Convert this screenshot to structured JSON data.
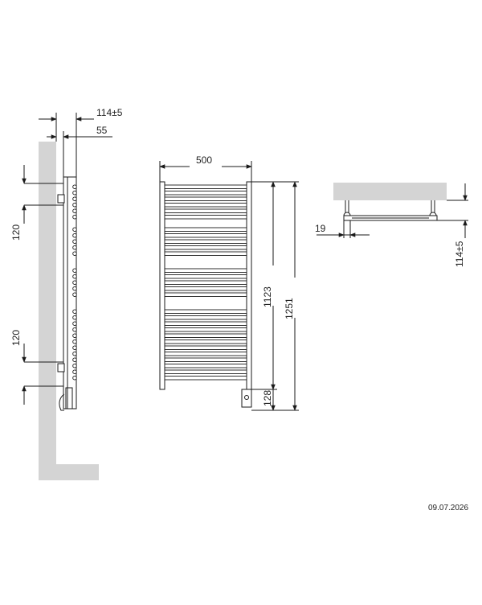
{
  "side_view": {
    "dim_top": "114±5",
    "dim_wall_gap": "55",
    "dim_upper_bracket": "120",
    "dim_lower_bracket": "120"
  },
  "front_view": {
    "dim_width": "500",
    "dim_bar_height": "1123",
    "dim_total_height": "1251",
    "dim_element": "128"
  },
  "top_view": {
    "dim_depth": "19",
    "dim_projection": "114±5"
  },
  "footer": {
    "date": "09.07.2026"
  },
  "colors": {
    "wall": "#d4d4d4",
    "line": "#1a1a1a"
  }
}
